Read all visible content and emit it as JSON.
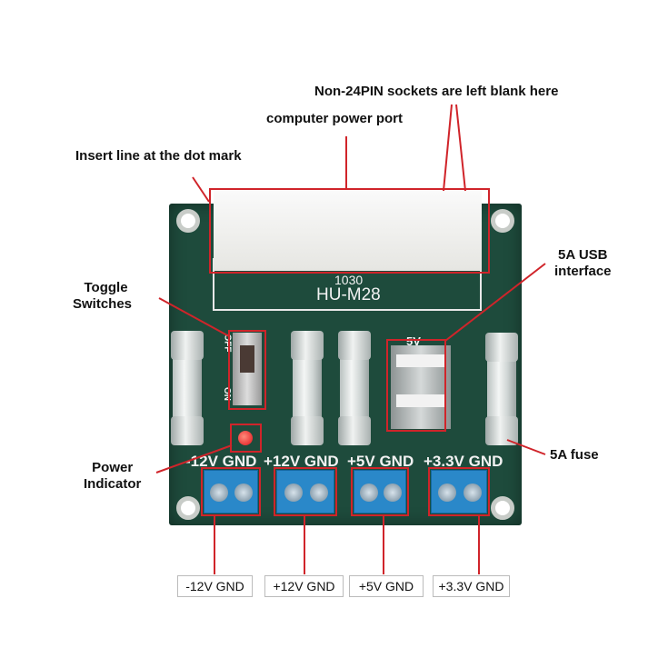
{
  "callouts": {
    "non24pin": "Non-24PIN sockets are left blank here",
    "power_port": "computer power port",
    "insert_line": "Insert line at the dot mark",
    "toggle_line1": "Toggle",
    "toggle_line2": "Switches",
    "usb_line1": "5A USB",
    "usb_line2": "interface",
    "fuse": "5A fuse",
    "power_ind_line1": "Power",
    "power_ind_line2": "Indicator"
  },
  "board": {
    "code": "1030",
    "model": "HU-M28",
    "switch_off": "OFF",
    "switch_on": "ON",
    "usb_label": "5V",
    "terminal_silk": [
      "-12V GND",
      "+12V GND",
      "+5V GND",
      "+3.3V GND"
    ]
  },
  "outputs": [
    "-12V GND",
    "+12V GND",
    "+5V GND",
    "+3.3V GND"
  ],
  "colors": {
    "board": "#1e4b3c",
    "annotation": "#d0242a",
    "terminal": "#2a88c9"
  }
}
